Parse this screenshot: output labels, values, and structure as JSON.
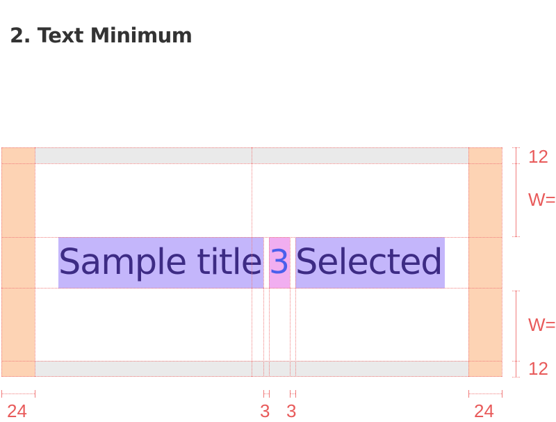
{
  "section": {
    "heading": "2. Text Minimum"
  },
  "sample": {
    "title": "Sample title",
    "badge_count": "3",
    "selected_label": "Selected"
  },
  "dimensions": {
    "top_padding": "12",
    "bottom_padding": "12",
    "upper_gap": "W=",
    "lower_gap": "W=",
    "left_margin": "24",
    "right_margin": "24",
    "gap_title_badge": "3",
    "gap_badge_selected": "3"
  },
  "colors": {
    "margin_zone": "#fdd3b4",
    "text_box": "#c4b6fb",
    "badge_box": "#f1aef0",
    "guide_line": "#f07b7b",
    "label": "#e85a5a"
  }
}
